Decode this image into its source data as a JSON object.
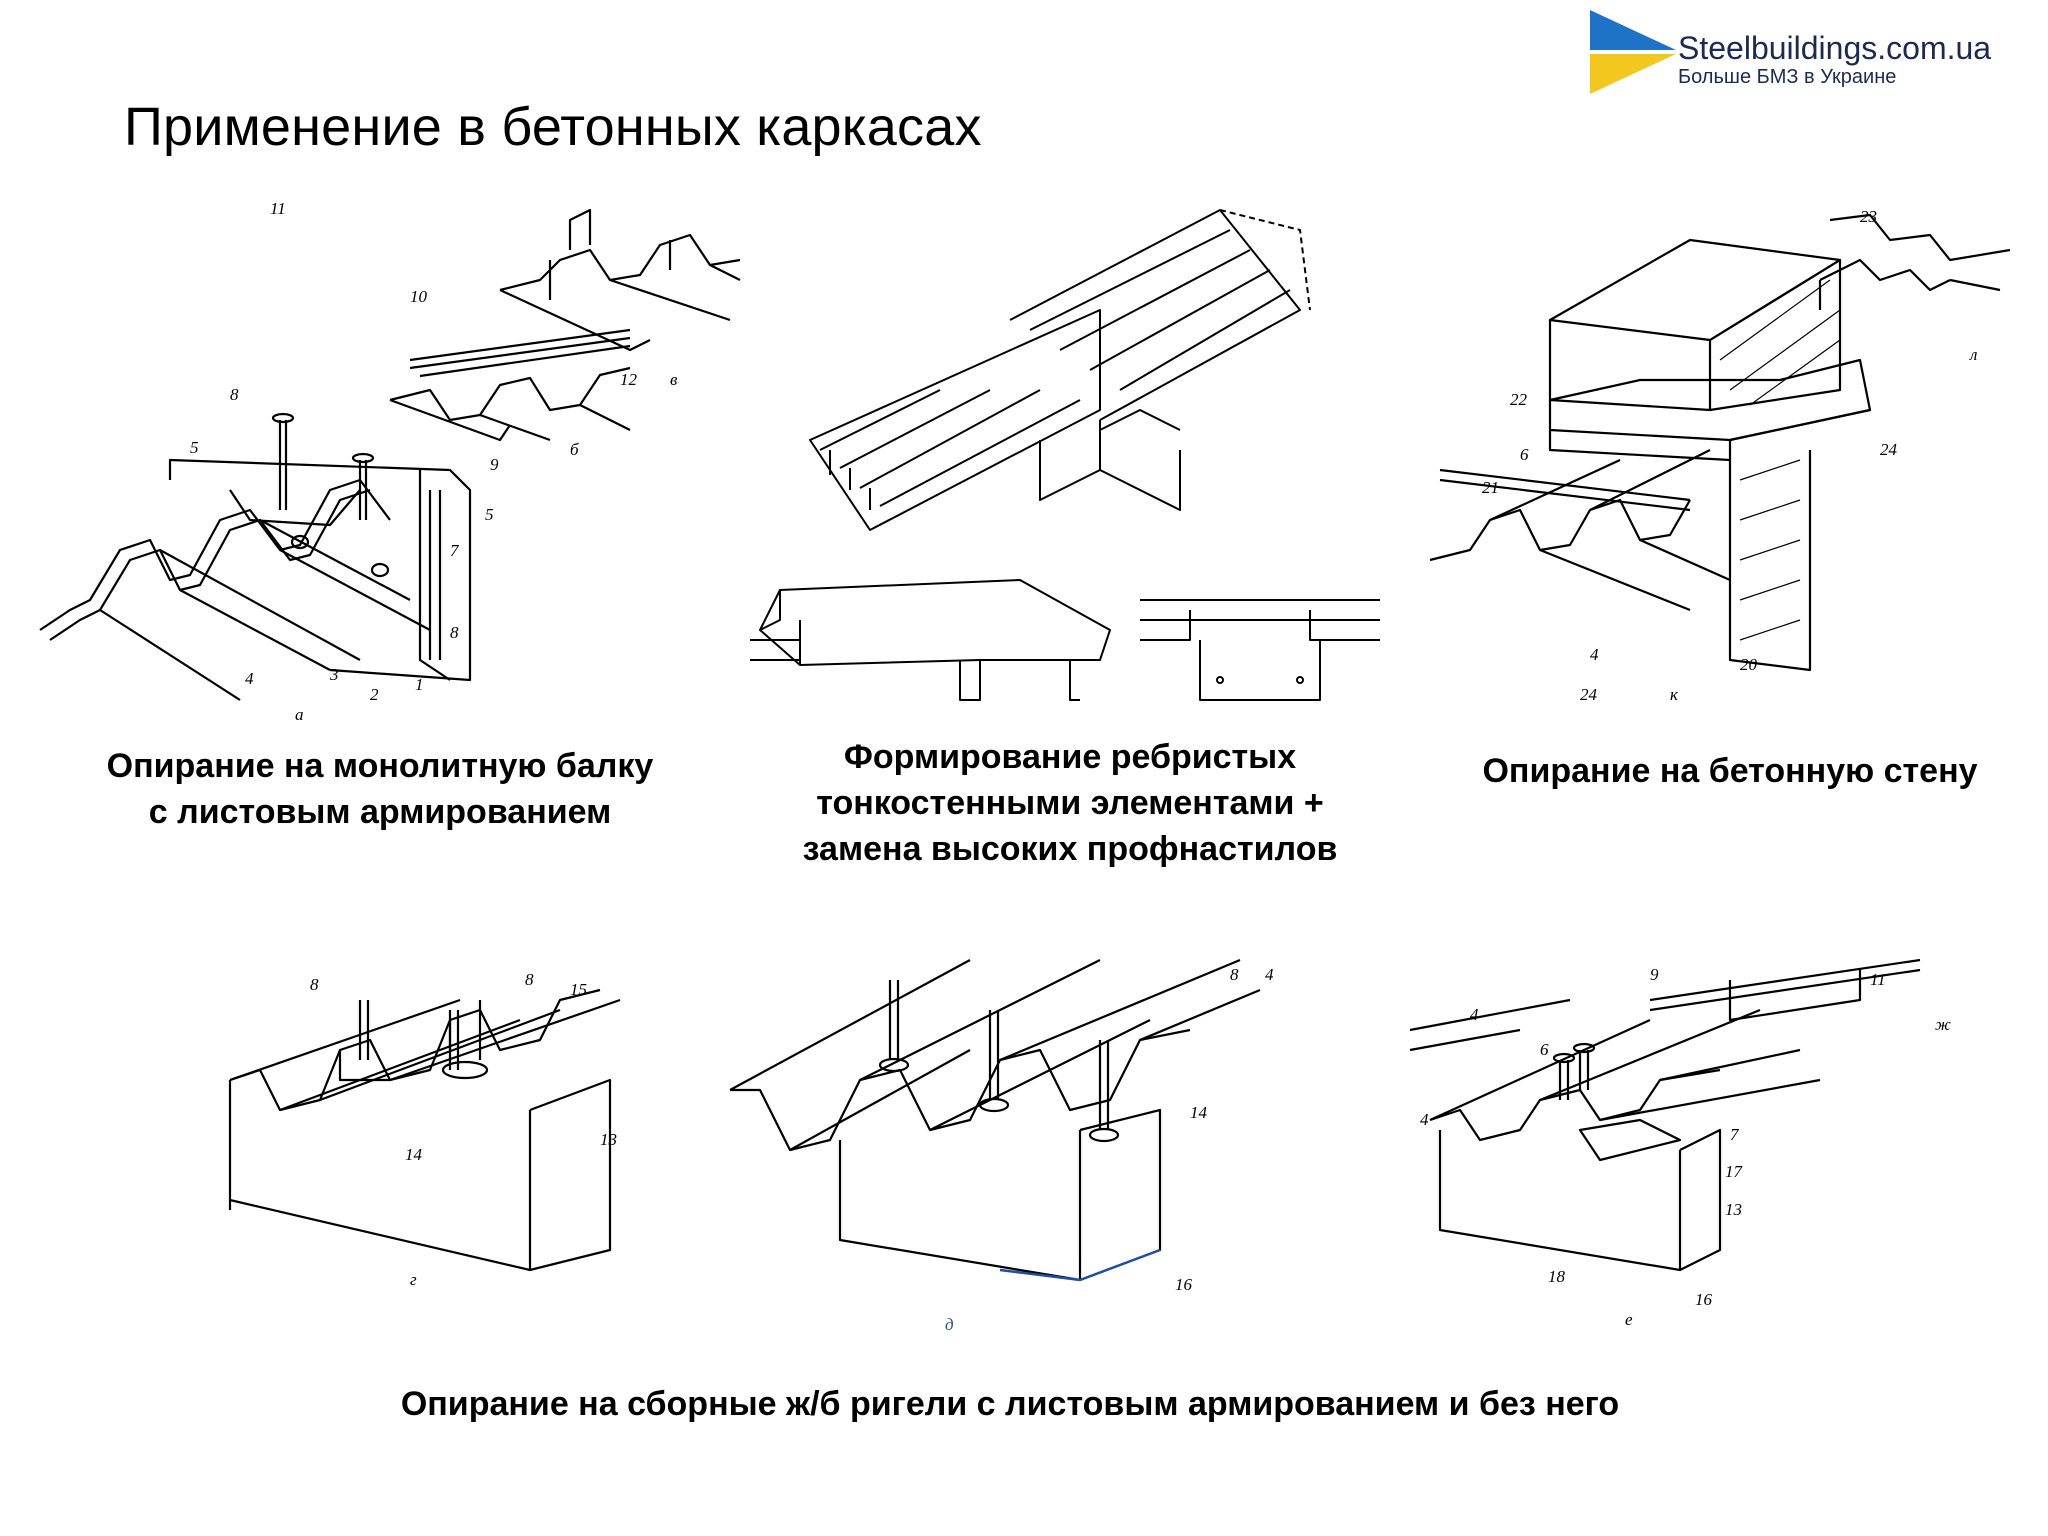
{
  "title": "Применение в бетонных каркасах",
  "logo": {
    "name": "Steelbuildings.com.ua",
    "tagline": "Больше БМЗ в Украине",
    "colors": {
      "blue": "#1e73c8",
      "yellow": "#f2c81e",
      "text": "#1b2a52"
    }
  },
  "captions": {
    "monolithic_beam": [
      "Опирание на монолитную балку",
      "с листовым армированием"
    ],
    "ribbed_forming": [
      "Формирование ребристых",
      "тонкостенными элементами +",
      "замена высоких профнастилов"
    ],
    "concrete_wall": [
      "Опирание на бетонную стену"
    ],
    "precast_girders": [
      "Опирание на сборные ж/б ригели с листовым армированием и без него"
    ]
  },
  "drawing_labels": {
    "fig_a": {
      "letter": "а",
      "numbers": [
        "11",
        "10",
        "12",
        "в",
        "б",
        "8",
        "5",
        "9",
        "5",
        "7",
        "8",
        "4",
        "3",
        "2",
        "1"
      ]
    },
    "fig_k": {
      "letters": [
        "к",
        "л"
      ],
      "numbers": [
        "23",
        "22",
        "6",
        "21",
        "24",
        "4",
        "24",
        "20"
      ]
    },
    "fig_g": {
      "letter": "г",
      "numbers": [
        "8",
        "8",
        "15",
        "14",
        "13"
      ]
    },
    "fig_d": {
      "letter": "д",
      "numbers": [
        "8",
        "4",
        "14",
        "16"
      ]
    },
    "fig_e": {
      "letters": [
        "е",
        "ж"
      ],
      "numbers": [
        "4",
        "9",
        "11",
        "6",
        "4",
        "7",
        "17",
        "13",
        "18",
        "16"
      ]
    }
  }
}
